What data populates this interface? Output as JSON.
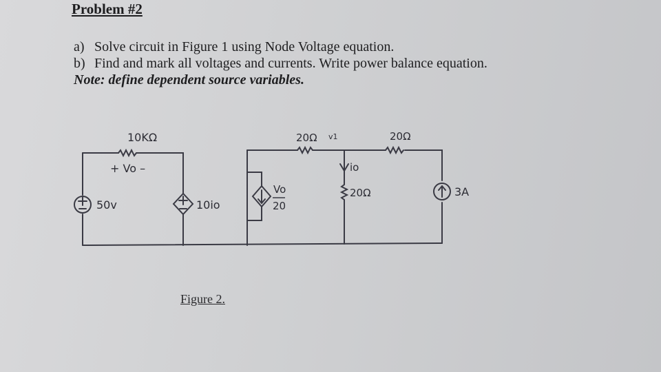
{
  "problem": {
    "title": "Problem #2",
    "items": [
      {
        "mark": "a)",
        "text": "Solve circuit in Figure 1 using Node Voltage equation."
      },
      {
        "mark": "b)",
        "text": "Find and mark all voltages and currents. Write power balance equation."
      }
    ],
    "note": "Note: define dependent source variables."
  },
  "figure": {
    "caption": "Figure 2.",
    "labels": {
      "r1": "10KΩ",
      "vo_polarity": "+ Vo –",
      "v_source": "50v",
      "dep_v_source": "10io",
      "dep_i_num": "Vo",
      "dep_i_den": "20",
      "r2": "20Ω",
      "node_v1": "v1",
      "r3": "20Ω",
      "io": "io",
      "r4": "20Ω",
      "i_source": "3A"
    }
  }
}
